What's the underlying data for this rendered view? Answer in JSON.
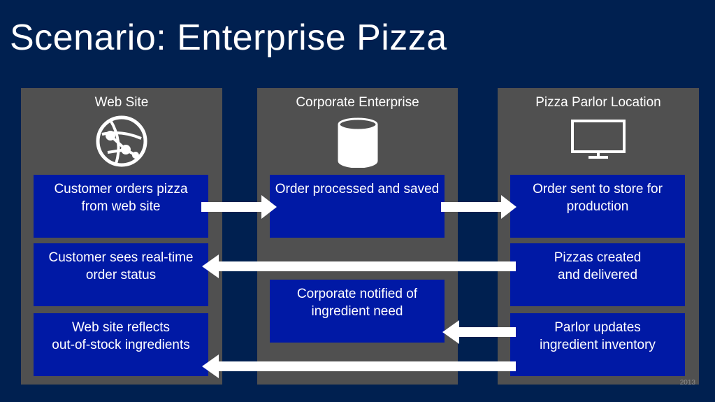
{
  "title": "Scenario: Enterprise Pizza",
  "icons": {
    "web": "globe-network-icon",
    "corp": "database-icon",
    "parlor": "monitor-icon"
  },
  "columns": {
    "web": {
      "label": "Web Site",
      "steps": [
        {
          "line1": "Customer orders pizza",
          "line2": "from web site"
        },
        {
          "line1": "Customer sees real-time",
          "line2": "order status"
        },
        {
          "line1": "Web site reflects",
          "line2": "out-of-stock ingredients"
        }
      ]
    },
    "corp": {
      "label": "Corporate Enterprise",
      "steps": [
        {
          "line1": "Order processed and saved",
          "line2": ""
        },
        {
          "line1": "Corporate notified of",
          "line2": "ingredient need"
        }
      ]
    },
    "parlor": {
      "label": "Pizza Parlor Location",
      "steps": [
        {
          "line1": "Order sent to store for",
          "line2": "production"
        },
        {
          "line1": "Pizzas created",
          "line2": "and delivered"
        },
        {
          "line1": "Parlor updates",
          "line2": "ingredient inventory"
        }
      ]
    }
  },
  "footer": "2013"
}
